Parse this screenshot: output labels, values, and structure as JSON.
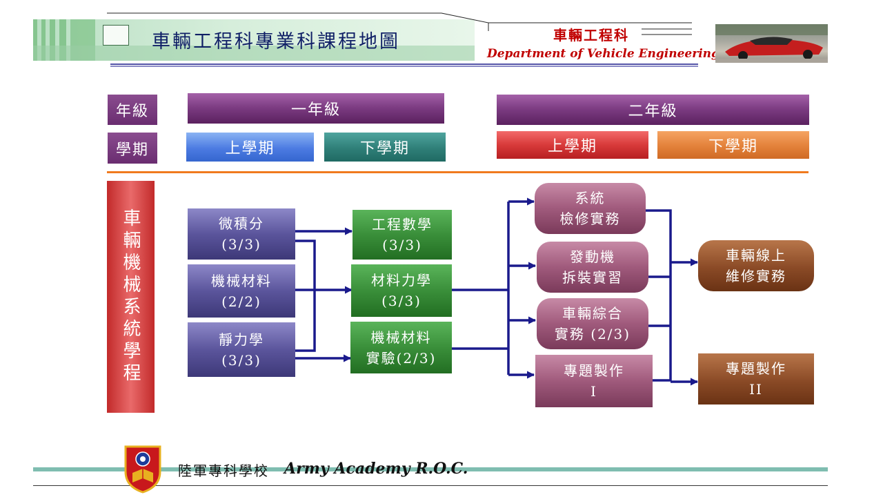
{
  "header": {
    "title": "車輛工程科專業科課程地圖",
    "dept_zh": "車輛工程科",
    "dept_en": "Department of Vehicle Engineering"
  },
  "rows": {
    "grade_label": "年級",
    "semester_label": "學期"
  },
  "grades": [
    {
      "label": "一年級"
    },
    {
      "label": "二年級"
    }
  ],
  "semesters": [
    {
      "label": "上學期"
    },
    {
      "label": "下學期"
    },
    {
      "label": "上學期"
    },
    {
      "label": "下學期"
    }
  ],
  "program": {
    "label": "車輛機械系統學程"
  },
  "courses": {
    "calculus": "微積分\n(3/3)",
    "mech_materials": "機械材料\n(2/2)",
    "statics": "靜力學\n(3/3)",
    "eng_math": "工程數學\n(3/3)",
    "strength_materials": "材料力學\n(3/3)",
    "mech_materials_lab": "機械材料\n實驗(2/3)",
    "system_repair": "系統\n檢修實務",
    "engine": "發動機\n拆裝實習",
    "vehicle_integrated": "車輛綜合\n實務 (2/3)",
    "project_1": "專題製作\nI",
    "online_repair": "車輛線上\n維修實務",
    "project_2": "專題製作\nII"
  },
  "footer": {
    "school_zh": "陸軍專科學校",
    "school_en": "Army Academy R.O.C."
  },
  "colors": {
    "arrow": "#1a1a8c",
    "divider": "#f07a1e",
    "header_text": "#0f1f66",
    "dept_text": "#c00000"
  }
}
